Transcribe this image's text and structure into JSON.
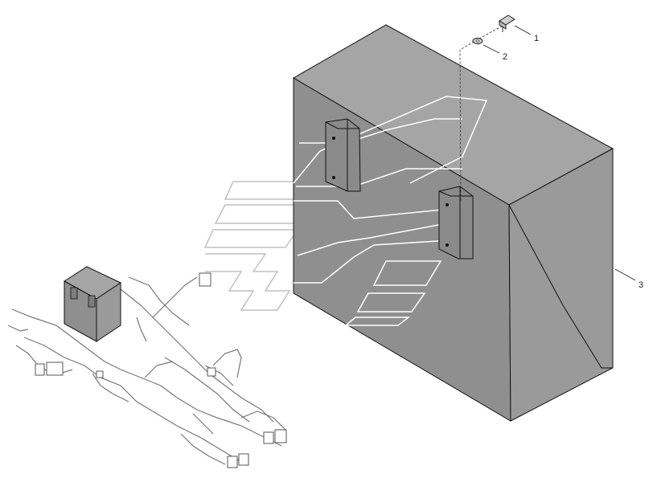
{
  "diagram": {
    "callouts": [
      {
        "id": "callout-1",
        "label": "1"
      },
      {
        "id": "callout-2",
        "label": "2"
      },
      {
        "id": "callout-3",
        "label": "3"
      }
    ],
    "colors": {
      "box_front": "#8f8f8f",
      "box_side": "#9a9a9a",
      "box_top": "#a5a5a5",
      "bracket": "#8a8a8a",
      "watermark": "#ffffff",
      "harness": "#777777"
    }
  }
}
